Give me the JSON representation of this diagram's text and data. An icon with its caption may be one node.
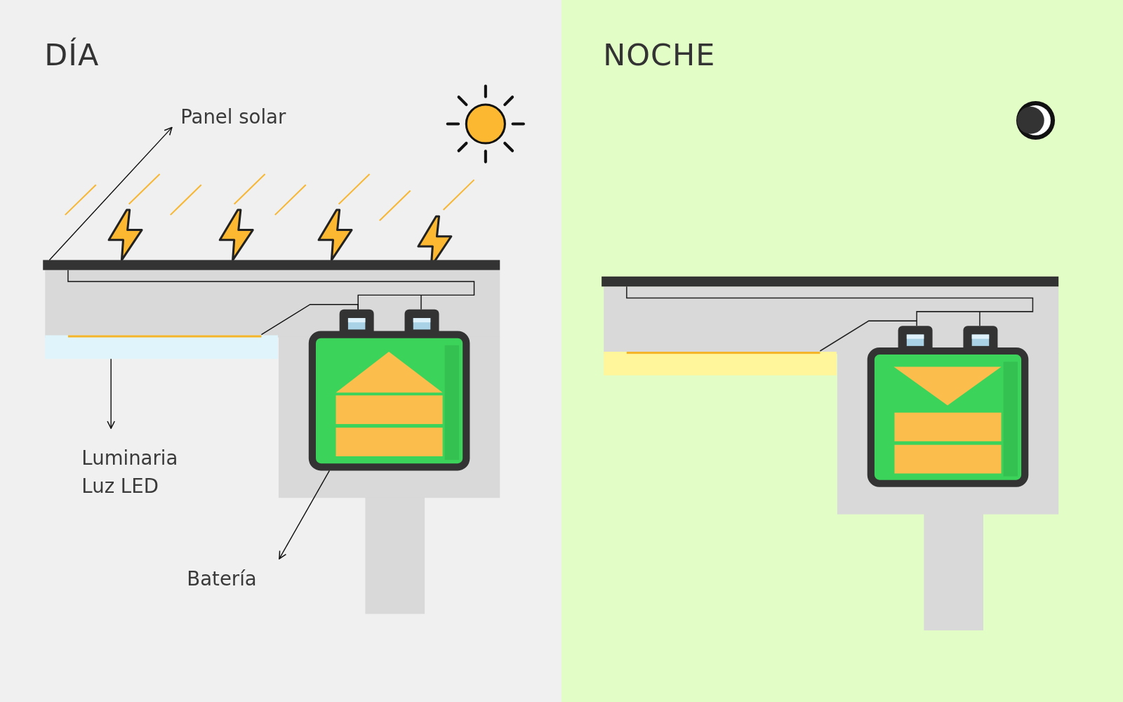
{
  "diagram": {
    "nodes": [
      {
        "text": [
          "DÍA"
        ]
      },
      {
        "text": [
          "NOCHE"
        ]
      },
      {
        "text": [
          "Panel solar"
        ],
        "in": 0
      },
      {
        "text": [],
        "shape": "bar",
        "in": 0
      },
      {
        "text": [
          "Luminaria Luz LED"
        ],
        "in": 0
      },
      {
        "text": [],
        "shape": "bar",
        "in": 0
      },
      {
        "text": [
          "Batería"
        ],
        "in": 0
      },
      {
        "text": [],
        "shape": "picture",
        "in": 0
      }
    ],
    "edges": [
      {
        "from": 3,
        "to": 2,
        "arrow": "to"
      },
      {
        "from": 5,
        "to": 4,
        "arrow": "to"
      },
      {
        "from": 7,
        "to": 6,
        "arrow": "to"
      },
      {
        "from": 3,
        "to": 7,
        "arrow": "none"
      },
      {
        "from": 5,
        "to": 7,
        "arrow": "none"
      }
    ]
  }
}
